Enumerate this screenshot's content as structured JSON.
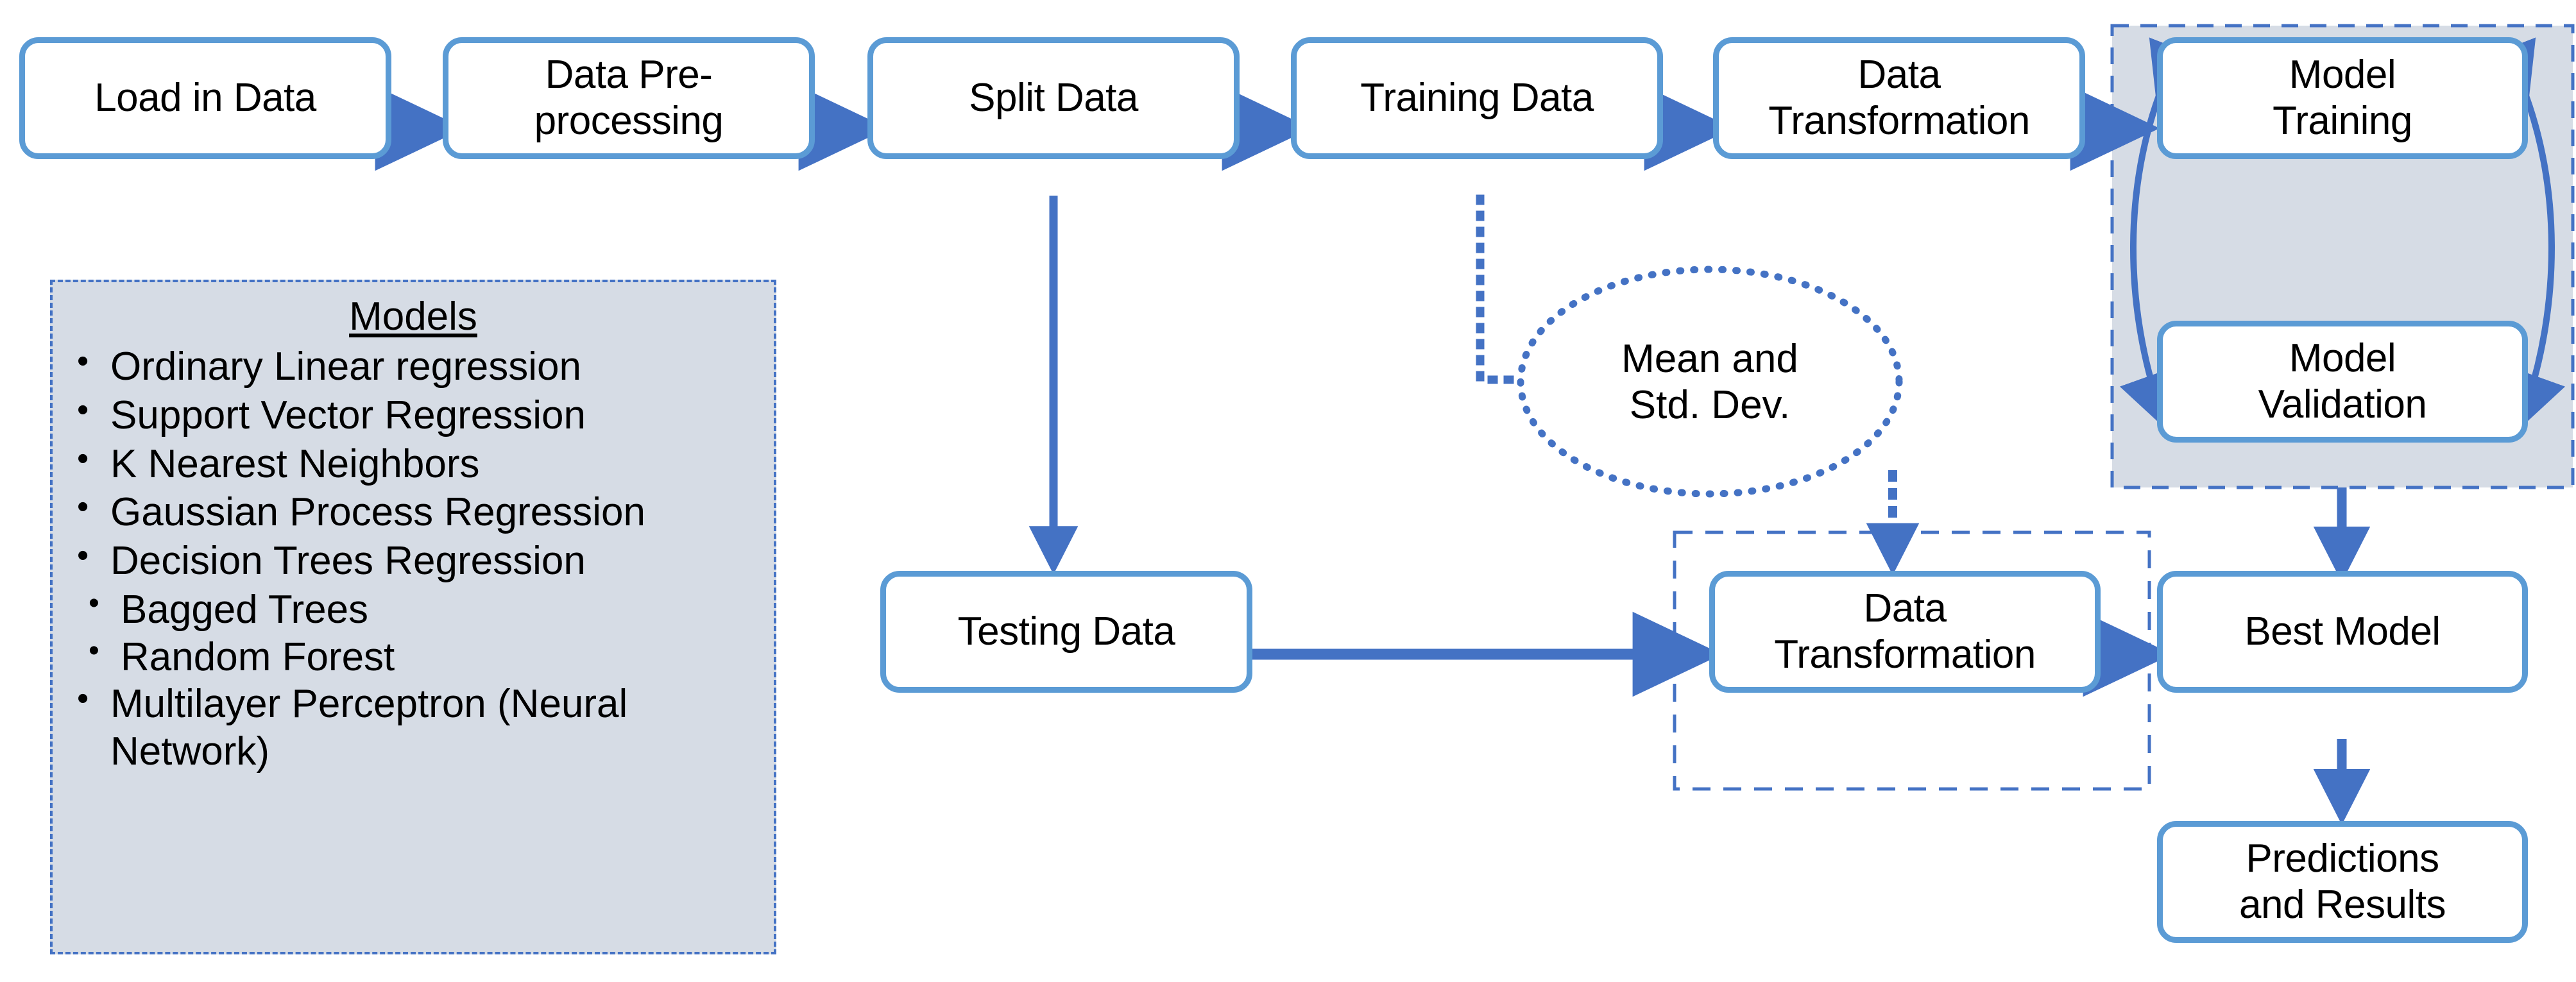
{
  "diagram": {
    "title": "Machine Learning Workflow Flowchart",
    "colors": {
      "box_border": "#5b9bd5",
      "box_fill": "#ffffff",
      "arrow": "#4472c4",
      "panel_fill": "#d6dce5",
      "panel_border": "#4472c4",
      "text": "#000000"
    },
    "nodes": {
      "load_in_data": "Load in Data",
      "data_preprocessing": "Data Pre-\nprocessing",
      "split_data": "Split Data",
      "training_data": "Training Data",
      "data_transformation_train": "Data\nTransformation",
      "model_training": "Model\nTraining",
      "model_validation": "Model\nValidation",
      "testing_data": "Testing Data",
      "data_transformation_test": "Data\nTransformation",
      "best_model": "Best Model",
      "predictions_and_results": "Predictions\nand Results",
      "mean_and_std_dev": "Mean and\nStd. Dev."
    },
    "models_panel": {
      "title": "Models",
      "items": [
        {
          "label": "Ordinary Linear regression",
          "children": []
        },
        {
          "label": "Support Vector Regression",
          "children": []
        },
        {
          "label": "K Nearest Neighbors",
          "children": []
        },
        {
          "label": "Gaussian Process Regression",
          "children": []
        },
        {
          "label": "Decision Trees Regression",
          "children": [
            "Bagged Trees",
            "Random Forest"
          ]
        },
        {
          "label": "Multilayer Perceptron (Neural Network)",
          "children": []
        }
      ]
    },
    "edges": [
      {
        "from": "load_in_data",
        "to": "data_preprocessing",
        "style": "solid"
      },
      {
        "from": "data_preprocessing",
        "to": "split_data",
        "style": "solid"
      },
      {
        "from": "split_data",
        "to": "training_data",
        "style": "solid"
      },
      {
        "from": "training_data",
        "to": "data_transformation_train",
        "style": "solid"
      },
      {
        "from": "data_transformation_train",
        "to": "model_training",
        "style": "solid"
      },
      {
        "from": "split_data",
        "to": "testing_data",
        "style": "solid"
      },
      {
        "from": "testing_data",
        "to": "data_transformation_test",
        "style": "solid"
      },
      {
        "from": "data_transformation_test",
        "to": "best_model",
        "style": "solid"
      },
      {
        "from": "model_validation",
        "to": "best_model",
        "style": "solid"
      },
      {
        "from": "best_model",
        "to": "predictions_and_results",
        "style": "solid"
      },
      {
        "from": "model_training",
        "to": "model_validation",
        "style": "double-curved"
      },
      {
        "from": "training_data",
        "to": "mean_and_std_dev",
        "style": "dotted"
      },
      {
        "from": "mean_and_std_dev",
        "to": "data_transformation_test",
        "style": "dotted"
      }
    ]
  }
}
